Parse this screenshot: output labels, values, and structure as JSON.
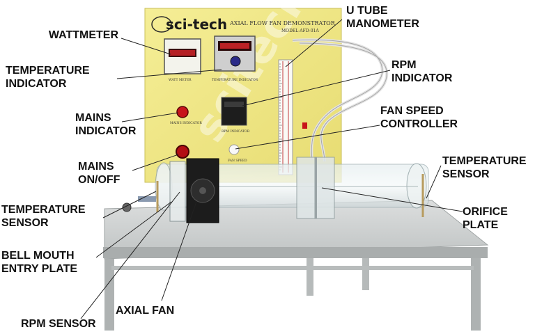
{
  "apparatus": {
    "brand": "sci-tech",
    "title": "AXIAL FLOW FAN DEMONSTRATOR",
    "model": "MODEL-AFD-01A",
    "meter_captions": [
      "WATT METER",
      "TEMPERATURE INDICATOR",
      "RPM INDICATOR",
      "MAINS INDICATOR",
      "FAN SPEED"
    ],
    "watermark": "scitech"
  },
  "labels": {
    "wattmeter": "WATTMETER",
    "temperature_indicator": "TEMPERATURE\nINDICATOR",
    "mains_indicator": "MAINS\nINDICATOR",
    "mains_onoff": "MAINS\nON/OFF",
    "temperature_sensor_left": "TEMPERATURE\nSENSOR",
    "bell_mouth_entry_plate": "BELL MOUTH\nENTRY PLATE",
    "rpm_sensor": "RPM SENSOR",
    "axial_fan": "AXIAL FAN",
    "u_tube_manometer": "U TUBE\nMANOMETER",
    "rpm_indicator": "RPM\nINDICATOR",
    "fan_speed_controller": "FAN SPEED\nCONTROLLER",
    "temperature_sensor_right": "TEMPERATURE\nSENSOR",
    "orifice_plate": "ORIFICE\nPLATE"
  },
  "colors": {
    "panel": "#f2ea8c",
    "table_top": "#cfd2d2",
    "frame": "#b9bcbc",
    "indicator_red": "#c8141a",
    "display_red": "#d4262a",
    "fan_black": "#1c1c1c",
    "leader_line": "#222222"
  }
}
